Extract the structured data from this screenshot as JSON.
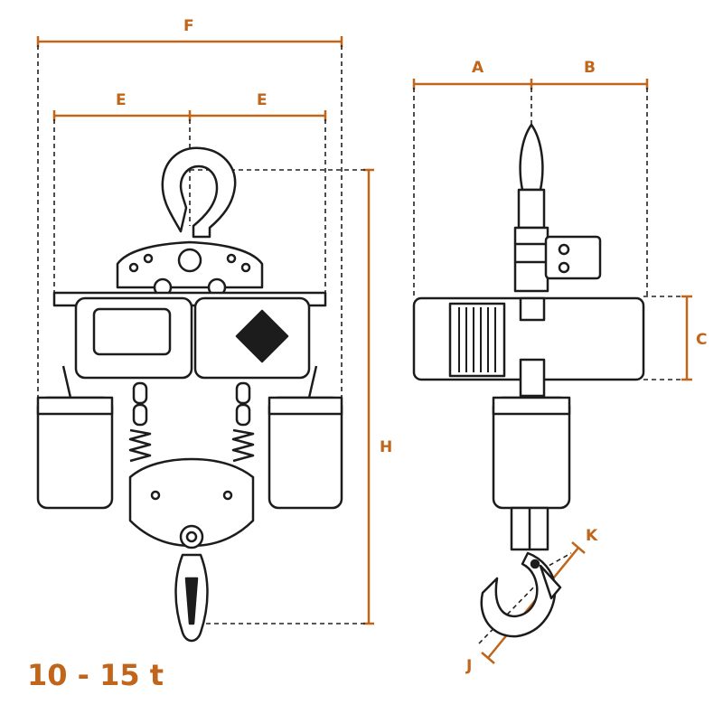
{
  "capacity_label": "10 - 15 t",
  "dimensions": {
    "F": "F",
    "E_left": "E",
    "E_right": "E",
    "A": "A",
    "B": "B",
    "C": "C",
    "H": "H",
    "J": "J",
    "K": "K"
  },
  "colors": {
    "dimension": "#C0651A",
    "line": "#1c1c1c",
    "capacity_text": "#C0651A",
    "fill": "#ffffff"
  }
}
